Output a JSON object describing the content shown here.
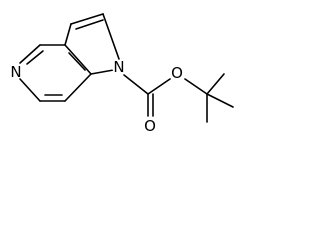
{
  "molecule": {
    "atoms": {
      "pyridine_nitrogen": "N",
      "pyrrole_nitrogen": "N",
      "carbonyl_oxygen": "O",
      "ester_oxygen": "O"
    }
  }
}
